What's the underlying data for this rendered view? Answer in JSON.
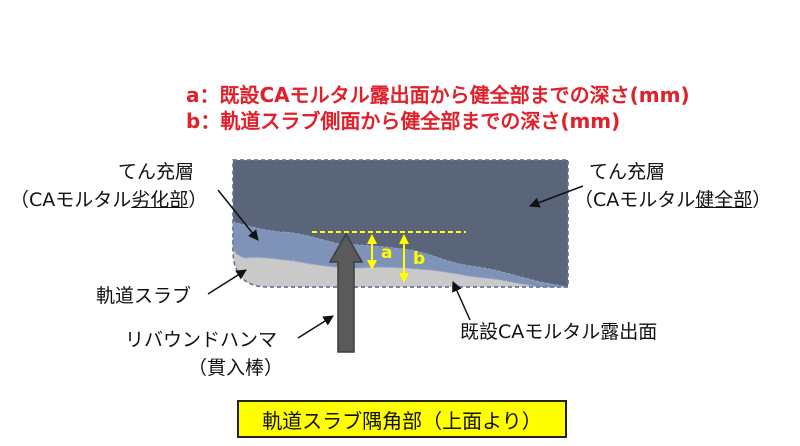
{
  "legend": {
    "a": "a：既設CAモルタル露出面から健全部までの深さ(mm)",
    "b": "b：軌道スラブ側面から健全部までの深さ(mm)"
  },
  "labels": {
    "left_top_line1": "てん充層",
    "left_top_line2_pre": "（CAモルタル",
    "left_top_line2_u": "劣化部",
    "left_top_line2_post": "）",
    "right_top_line1": "てん充層",
    "right_top_line2_pre": "（CAモルタル",
    "right_top_line2_u": "健全部",
    "right_top_line2_post": "）",
    "track_slab": "軌道スラブ",
    "hammer_line1": "リバウンドハンマ",
    "hammer_line2": "（貫入棒）",
    "exposed_surface": "既設CAモルタル露出面",
    "a": "a",
    "b": "b",
    "caption": "軌道スラブ隅角部（上面より）"
  },
  "colors": {
    "legend_text": "#e0202a",
    "healthy_layer": "#5b6579",
    "degraded_layer": "#7f93b8",
    "slab": "#c9c9c9",
    "marker": "#ffff00",
    "rod": "#5a5a5a",
    "caption_bg": "#ffff00"
  }
}
